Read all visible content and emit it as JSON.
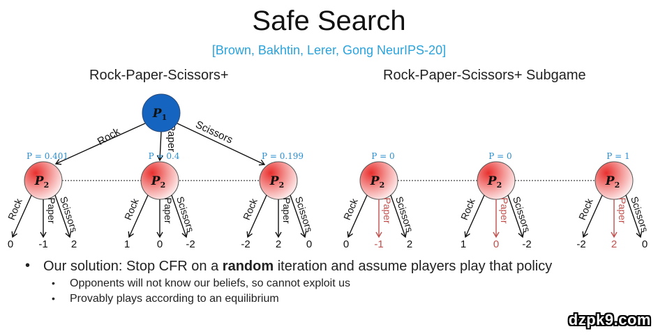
{
  "slide": {
    "title": "Safe Search",
    "citation": "[Brown, Bakhtin, Lerer, Gong NeurIPS-20]",
    "left_subtitle": "Rock-Paper-Scissors+",
    "right_subtitle": "Rock-Paper-Scissors+ Subgame"
  },
  "colors": {
    "p1_node": "#1565c0",
    "p2_node": "#e53935",
    "prob_label": "#2a8fd0",
    "highlight_edge": "#c0504d",
    "citation": "#2aa3dc"
  },
  "left_tree": {
    "root_label": "P",
    "root_sub": "1",
    "root_actions": [
      "Rock",
      "Paper",
      "Scissors"
    ],
    "children": [
      {
        "prob": "P = 0.401",
        "label": "P",
        "sub": "2",
        "actions": [
          "Rock",
          "Paper",
          "Scissors"
        ],
        "payoffs": [
          "0",
          "-1",
          "2"
        ]
      },
      {
        "prob": "P = 0.4",
        "label": "P",
        "sub": "2",
        "actions": [
          "Rock",
          "Paper",
          "Scissors"
        ],
        "payoffs": [
          "1",
          "0",
          "-2"
        ]
      },
      {
        "prob": "P = 0.199",
        "label": "P",
        "sub": "2",
        "actions": [
          "Rock",
          "Paper",
          "Scissors"
        ],
        "payoffs": [
          "-2",
          "2",
          "0"
        ]
      }
    ]
  },
  "right_tree": {
    "highlighted_action": "Paper",
    "children": [
      {
        "prob": "P = 0",
        "label": "P",
        "sub": "2",
        "actions": [
          "Rock",
          "Paper",
          "Scissors"
        ],
        "payoffs": [
          "0",
          "-1",
          "2"
        ]
      },
      {
        "prob": "P = 0",
        "label": "P",
        "sub": "2",
        "actions": [
          "Rock",
          "Paper",
          "Scissors"
        ],
        "payoffs": [
          "1",
          "0",
          "-2"
        ]
      },
      {
        "prob": "P = 1",
        "label": "P",
        "sub": "2",
        "actions": [
          "Rock",
          "Paper",
          "Scissors"
        ],
        "payoffs": [
          "-2",
          "2",
          "0"
        ]
      }
    ]
  },
  "bullets": {
    "main_pre": "Our solution: Stop CFR on a ",
    "main_bold": "random",
    "main_post": " iteration and assume players play that policy",
    "sub": [
      "Opponents will not know our beliefs, so cannot exploit us",
      "Provably plays according to an equilibrium"
    ]
  },
  "watermark": "dzpk9.com"
}
